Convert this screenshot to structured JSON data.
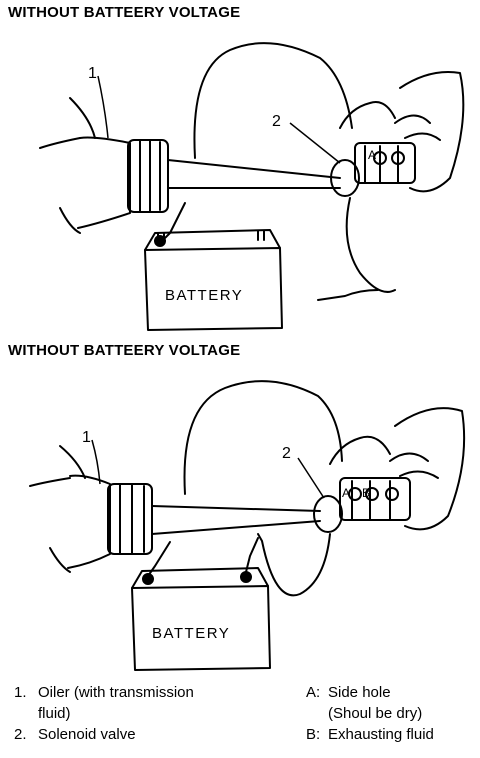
{
  "figure1": {
    "title": "WITHOUT BATTEERY VOLTAGE",
    "callout_1": "1",
    "callout_2": "2",
    "callout_a": "A",
    "battery_label": "BATTERY"
  },
  "figure2": {
    "title": "WITHOUT BATTEERY VOLTAGE",
    "callout_1": "1",
    "callout_2": "2",
    "callout_a": "A",
    "callout_b": "B",
    "battery_label": "BATTERY"
  },
  "legend": {
    "items_left": [
      {
        "num": "1.",
        "text_line1": "Oiler (with transmission",
        "text_line2": "fluid)"
      },
      {
        "num": "2.",
        "text_line1": "Solenoid valve",
        "text_line2": ""
      }
    ],
    "items_right": [
      {
        "num": "A:",
        "text_line1": "Side hole",
        "text_line2": "(Shoul be dry)"
      },
      {
        "num": "B:",
        "text_line1": "Exhausting fluid",
        "text_line2": ""
      }
    ]
  }
}
